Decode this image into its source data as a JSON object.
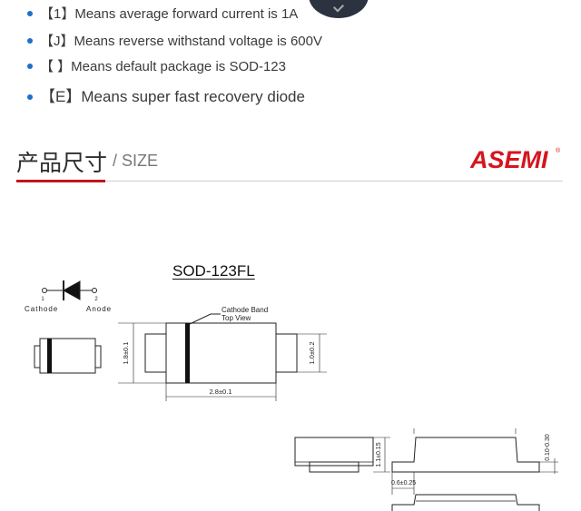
{
  "features": [
    "【1】Means average forward current is 1A",
    "【J】Means reverse withstand voltage is 600V",
    "【 】Means default package is SOD-123",
    "【E】Means super fast recovery diode"
  ],
  "section": {
    "title_cn": "产品尺寸",
    "title_en": "/ SIZE"
  },
  "logo": {
    "text": "ASEMI",
    "registered": "®",
    "color": "#d7141d"
  },
  "drawing": {
    "package_name": "SOD-123FL",
    "pin1_number": "1",
    "pin2_number": "2",
    "cathode_label": "Cathode",
    "anode_label": "Anode",
    "cathode_band_label": "Cathode Band",
    "top_view_label": "Top View",
    "dim_height": "1.8±0.1",
    "dim_length": "2.8±0.1",
    "dim_lead_width": "1.0±0.2",
    "dim_thickness": "1.1±0.15",
    "dim_lead_thickness": "0.10-0.30",
    "dim_lead_length": "0.6±0.25"
  },
  "accent_colors": {
    "bullet": "#1e6fc8",
    "header_underline": "#c0161e"
  }
}
